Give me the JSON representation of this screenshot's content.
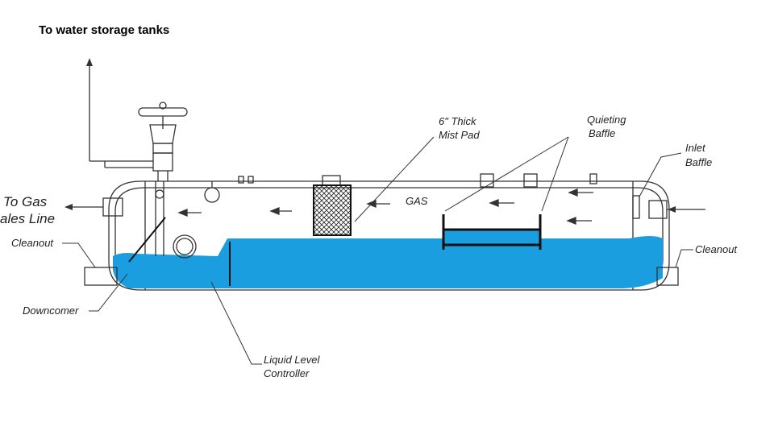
{
  "title": "To water storage tanks",
  "labels": {
    "to_gas": "To Gas",
    "sales_line": "ales Line",
    "cleanout_left": "Cleanout",
    "cleanout_right": "Cleanout",
    "downcomer": "Downcomer",
    "liquid_level_1": "Liquid Level",
    "liquid_level_2": "Controller",
    "mist_pad_1": "6\" Thick",
    "mist_pad_2": "Mist Pad",
    "gas": "GAS",
    "quieting_1": "Quieting",
    "quieting_2": "Baffle",
    "inlet_1": "Inlet",
    "inlet_2": "Baffle"
  },
  "colors": {
    "water": "#1a9ee0",
    "line": "#333333"
  }
}
